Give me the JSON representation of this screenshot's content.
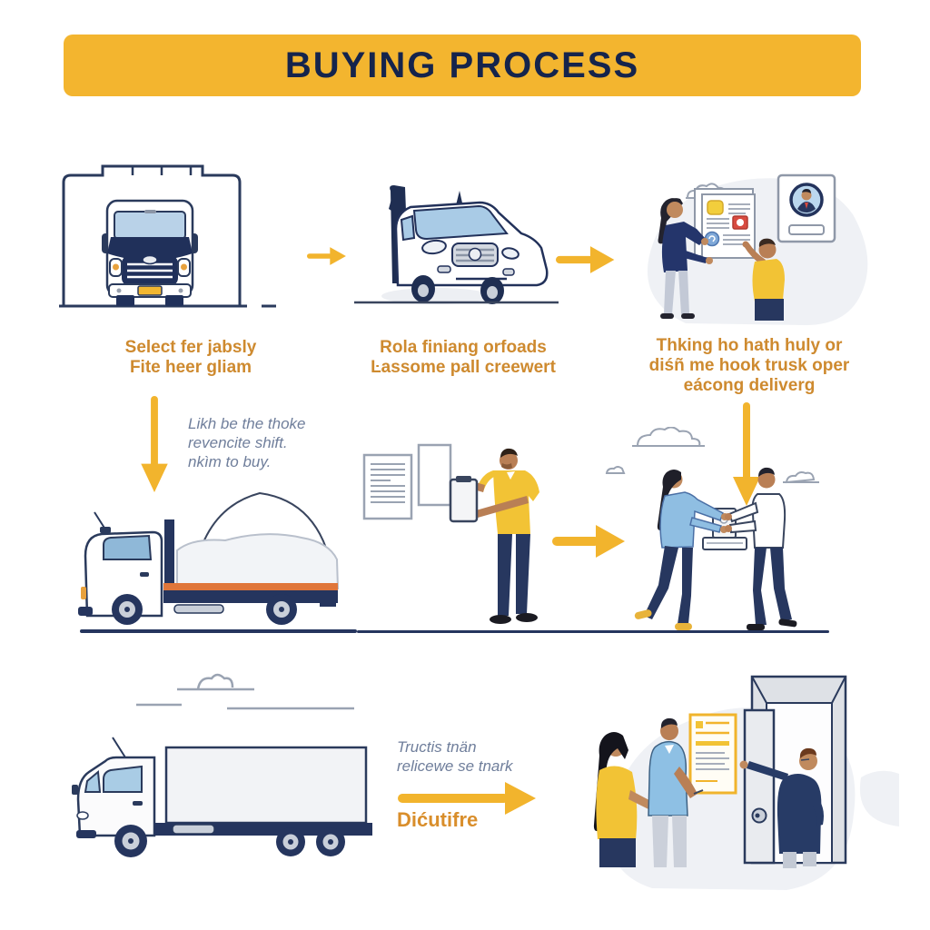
{
  "title": "BUYING PROCESS",
  "steps": [
    {
      "caption": [
        "Select fer jabsly",
        "Fite heer gliam"
      ],
      "illustration": "truck-front-in-garage"
    },
    {
      "caption": [
        "Rola finiang orfoads",
        "Ŀassome pall creewert"
      ],
      "illustration": "white-van-three-quarter"
    },
    {
      "caption": [
        "Thking ho hath huly or",
        "diśñ me hook trusk oper",
        "eácong deliverg"
      ],
      "illustration": "people-reviewing-document-profile-card"
    },
    {
      "note": [
        "Likh be the thoke",
        "revencite shift.",
        "nkìm to buy."
      ],
      "illustration": "flatbed-truck-with-tarp"
    },
    {
      "illustration": "man-holding-clipboard-documents"
    },
    {
      "illustration": "two-people-package-handover"
    },
    {
      "illustration": "box-truck-side-view"
    },
    {
      "note": [
        "Tructis tnän",
        "relicewe se tnark"
      ],
      "label": "Dićutifre",
      "illustration": "door-delivery-three-people"
    }
  ],
  "icons": {
    "arrow_right": "right-arrow",
    "arrow_down": "down-arrow",
    "cloud": "cloud-outline"
  },
  "colors": {
    "banner": "#F3B52F",
    "title_text": "#15244C",
    "caption_text": "#CE8A2F",
    "note_text": "#6F7E9B",
    "arrow": "#F2B42D",
    "outline_navy": "#2A3A5C",
    "accent_orange": "#E0763A",
    "shirt_yellow": "#F2C335",
    "shirt_blue": "#8EC0E4",
    "blob_grey": "#EFF1F5"
  }
}
